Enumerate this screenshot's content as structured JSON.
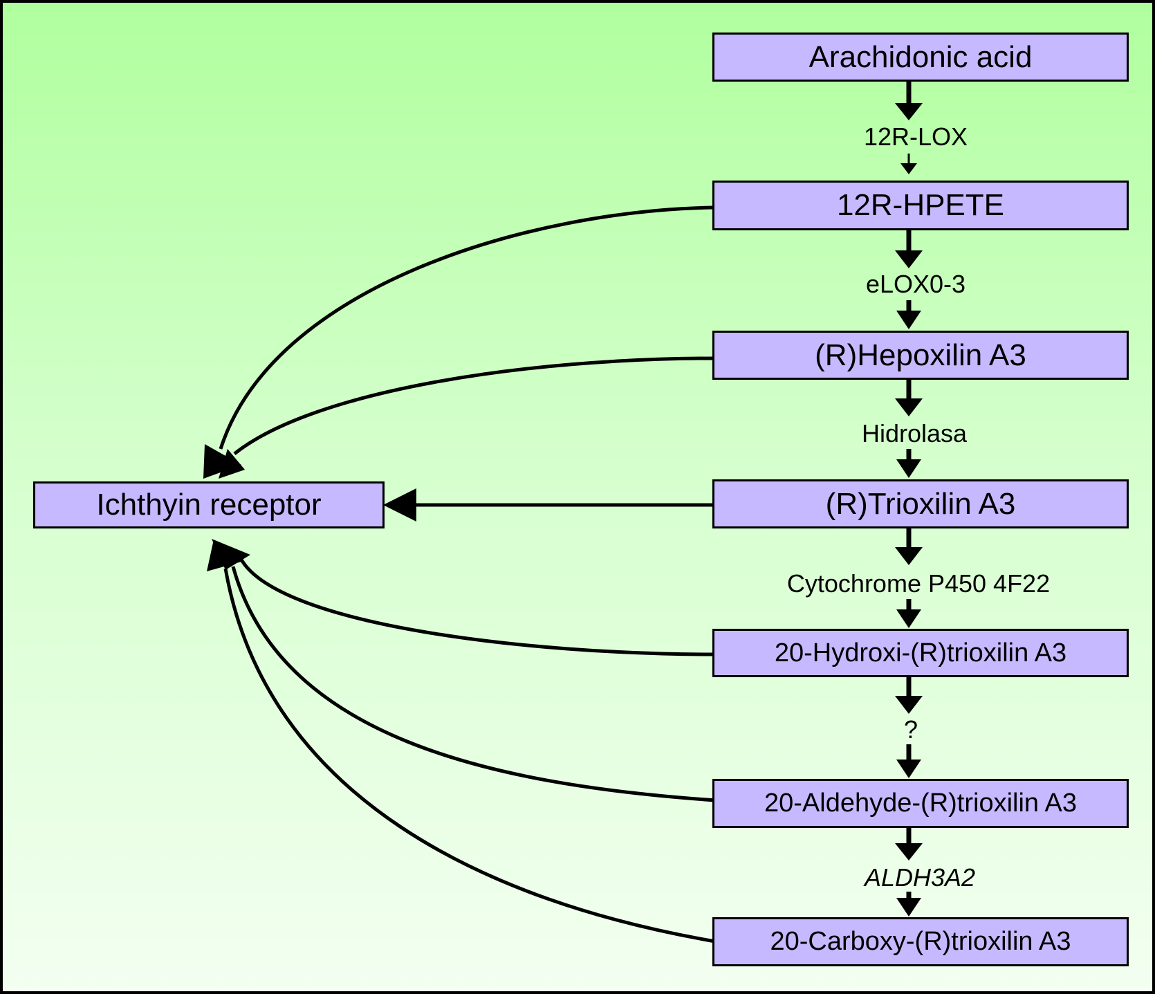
{
  "diagram": {
    "nodes": {
      "arachidonic_acid": "Arachidonic acid",
      "hpete": "12R-HPETE",
      "hepoxilin": "(R)Hepoxilin A3",
      "trioxilin": "(R)Trioxilin A3",
      "hydroxi": "20-Hydroxi-(R)trioxilin A3",
      "aldehyde": "20-Aldehyde-(R)trioxilin A3",
      "carboxy": "20-Carboxy-(R)trioxilin A3",
      "receptor": "Ichthyin receptor"
    },
    "enzymes": {
      "lox12r": "12R-LOX",
      "elox3": "eLOX0-3",
      "hidrolasa": "Hidrolasa",
      "cyp": "Cytochrome P450 4F22",
      "unknown": "?",
      "aldh": "ALDH3A2"
    },
    "colors": {
      "node_fill": "#c6b9ff",
      "background_top": "#b0ff9e",
      "background_bottom": "#f3fff1",
      "line": "#000000"
    }
  }
}
